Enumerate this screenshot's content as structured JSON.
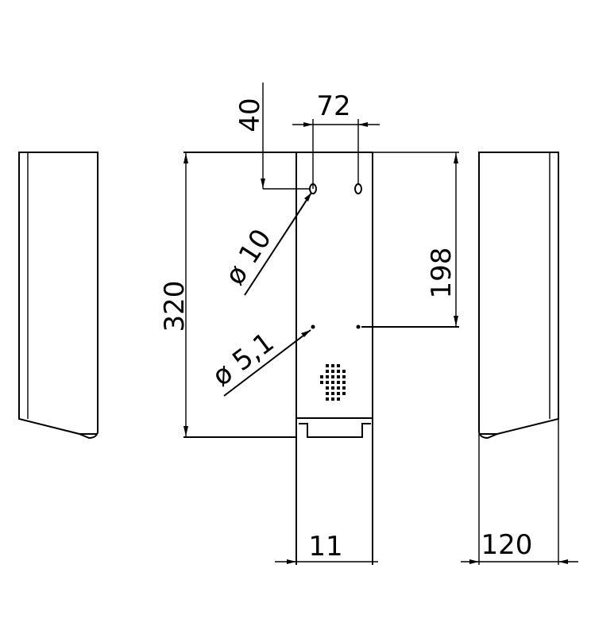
{
  "drawing": {
    "dim_width_72": "72",
    "dim_top_offset_40": "40",
    "dim_height_320": "320",
    "dim_hole_spacing_198": "198",
    "dim_hole_large_diameter": "ø 10",
    "dim_hole_small_diameter": "ø 5,1",
    "dim_front_width": "11",
    "dim_depth_120": "120"
  }
}
